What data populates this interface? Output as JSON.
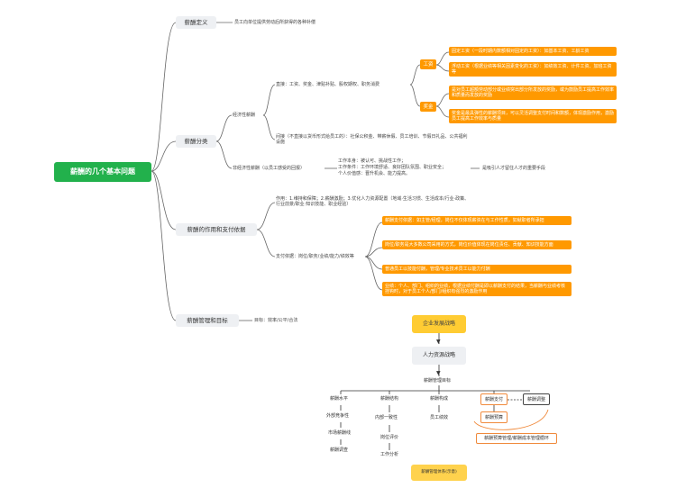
{
  "root": "薪酬的几个基本问题",
  "categories": {
    "definition": "薪酬定义",
    "classification": "薪酬分类",
    "function": "薪酬的作用和支付依据",
    "management": "薪酬管理和目标"
  },
  "definition_text": "员工向单位提供劳动后所获得的各种补偿",
  "economic": {
    "label": "经济性薪酬",
    "direct": "直接：工资、奖金、津贴补贴、股权期权、职务消费",
    "indirect": "间接（不直接以货币形式给员工的）：社保公积金、带薪休假、员工培训、节假日礼品、公共福利设施",
    "wage_tag": "工资",
    "bonus_tag": "奖金",
    "wage_items": [
      "固定工资（一段时期内数额相对固定的工资）：如基本工资、工龄工资",
      "浮动工资（根据业绩等相关因素变化的工资）：如绩效工资、计件工资、加班工资等"
    ],
    "bonus_items": [
      "是对员工超额劳动部分或业绩突出部分所发放的奖励，或为鼓励员工提高工作效率和质量而发放的奖励",
      "奖金是最具弹性的薪酬项目，可以灵活调整支付时间和数额，体现激励作用，激励员工提高工作效率与质量"
    ]
  },
  "non_economic": {
    "label": "非经济性薪酬（以员工感受的回报）",
    "items": [
      "工作本身：被认可、挑战性工作；",
      "工作条件：工作环境舒适、良好团队氛围、职业安全；",
      "个人价值感：晋升机会、能力提高。"
    ],
    "note": "是吸引人才留住人才的重要手段"
  },
  "function_text": [
    "作用：1.维持和保障；2.薪酬激励；3.优化人力资源配置（地域·生活习惯、生活成本/行业·政策、行业前景/职业·知识技能、职业经验）"
  ],
  "basis": {
    "label": "支付依据：岗位/职务/业绩/能力/绩效等",
    "items": [
      "薪酬支付依据：如主管/经理，岗位不仅体现薪资在与工作性质，如就职者所承担",
      "岗位/职务是大多数公司采用的方式，岗位价值体现在岗位责任、贡献、知识技能方面",
      "普通员工以技能付酬，管理/专业技术员工以能力付酬",
      "业绩：个人、部门、组织的业绩，根据业绩付酬是即以薪酬支付的结果，当薪酬与业绩考核挂钩时，对于员工个人/部门/组织有强烈的激励作用"
    ]
  },
  "management_text": "目标：效率/公平/合法",
  "flow": {
    "strategy": "企业发展战略",
    "hr_strategy": "人力资源战略",
    "goal": "薪酬管理目标",
    "level": "薪酬水平",
    "external": "外部竞争性",
    "market": "市场薪酬线",
    "survey": "薪酬调查",
    "structure": "薪酬结构",
    "internal": "内部一致性",
    "evaluation": "岗位评价",
    "analysis": "工作分析",
    "composition": "薪酬构成",
    "performance": "员工绩效",
    "payment": "薪酬支付",
    "adjust": "薪酬调整",
    "budget": "薪酬预算",
    "control": "薪酬预算管理/薪酬成本管理循环",
    "footer": "薪酬管理体系(示意)"
  },
  "colors": {
    "root": "#22b14c",
    "orange": "#ff9900",
    "yellow": "#ffcc33",
    "line": "#555555"
  }
}
